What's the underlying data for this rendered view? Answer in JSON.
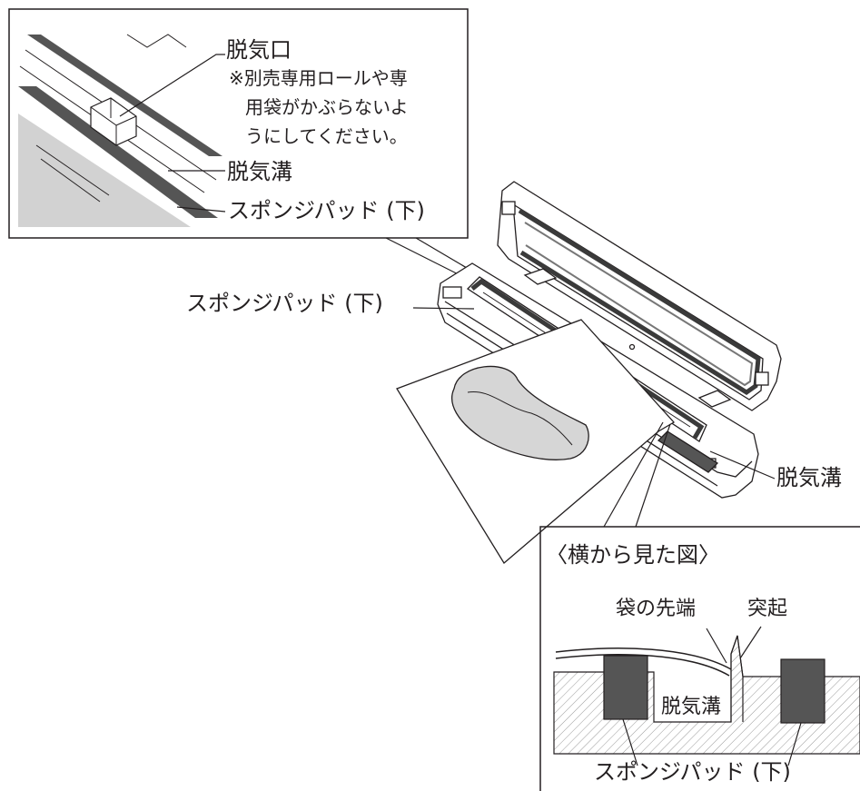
{
  "detail": {
    "outlet": "脱気口",
    "note_line1": "※別売専用ロールや専",
    "note_line2": "用袋がかぶらないよ",
    "note_line3": "うにしてください。",
    "groove": "脱気溝",
    "pad": "スポンジパッド (下)"
  },
  "main": {
    "pad": "スポンジパッド (下)",
    "groove": "脱気溝"
  },
  "side_view": {
    "title": "〈横から見た図〉",
    "bag_tip": "袋の先端",
    "protrusion": "突起",
    "groove": "脱気溝",
    "pad": "スポンジパッド (下)"
  }
}
